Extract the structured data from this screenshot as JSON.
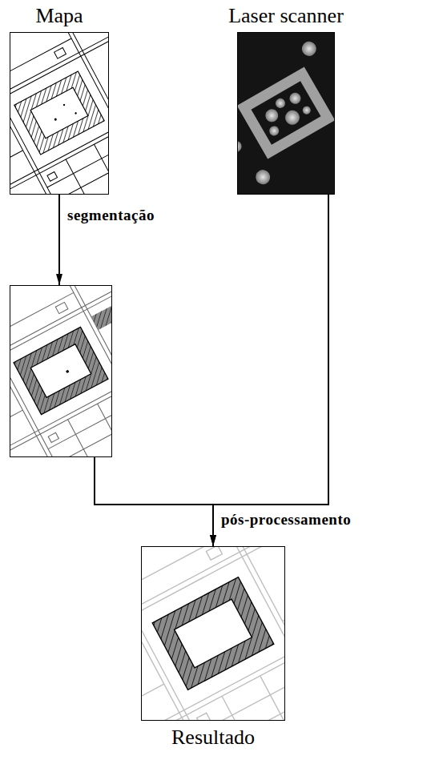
{
  "diagram": {
    "nodes": [
      {
        "text": [
          "Mapa"
        ]
      },
      {
        "text": [
          "Laser scanner"
        ]
      },
      {
        "text": []
      },
      {
        "text": [
          "Resultado"
        ]
      }
    ],
    "edges": [
      {
        "from": 0,
        "to": 2,
        "label": "segmentação",
        "arrow": "to"
      },
      {
        "from": 2,
        "to": 3,
        "label": "pós-processamento",
        "arrow": "to"
      },
      {
        "from": 1,
        "to": 3,
        "arrow": "to"
      }
    ]
  }
}
